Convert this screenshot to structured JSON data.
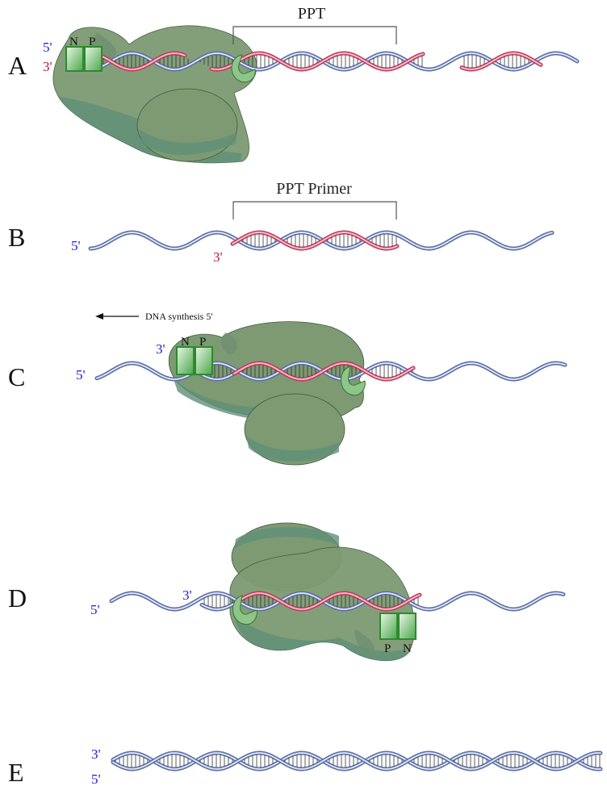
{
  "panels": [
    {
      "id": "A",
      "label": "A",
      "end5": "5'",
      "end3": "3'",
      "bracket": "PPT",
      "box_n": "N",
      "box_p": "P"
    },
    {
      "id": "B",
      "label": "B",
      "end5": "5'",
      "end3": "3'",
      "bracket": "PPT Primer"
    },
    {
      "id": "C",
      "label": "C",
      "end5": "5'",
      "end3": "3'",
      "annotation": "DNA synthesis 5'",
      "box_n": "N",
      "box_p": "P"
    },
    {
      "id": "D",
      "label": "D",
      "end5": "5'",
      "end3": "3'",
      "box_n": "N",
      "box_p": "P"
    },
    {
      "id": "E",
      "label": "E",
      "end3": "3'",
      "end5": "5'"
    }
  ],
  "colors": {
    "dna": "#5b6fa6",
    "dna_highlight": "#e3e8f5",
    "rna": "#c23a5c",
    "rna_highlight": "#f4c7d3",
    "enzyme": "#7d9a72",
    "enzyme_dark": "#5f8f74",
    "box": "#2f8a2f",
    "label_blue": "#1a1adf",
    "label_red": "#b0183e"
  }
}
